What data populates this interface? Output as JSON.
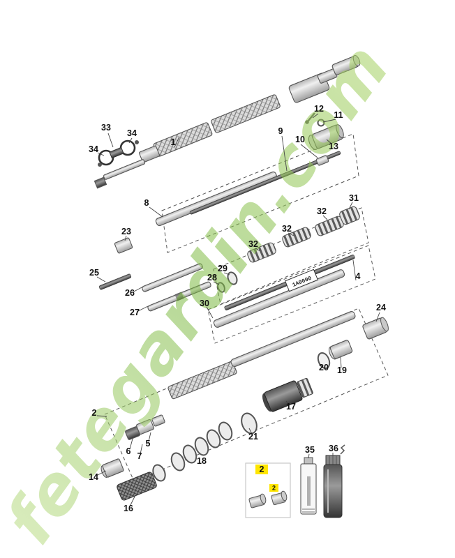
{
  "watermark": {
    "text": "fetegardin.com",
    "color": "#8cc63e"
  },
  "highlight_color": "#ffe600",
  "plate": {
    "text": "1A0000"
  },
  "labels": {
    "l33": "33",
    "l34a": "34",
    "l34b": "34",
    "l1": "1",
    "l12": "12",
    "l11": "11",
    "l9": "9",
    "l10": "10",
    "l13": "13",
    "l8": "8",
    "l31": "31",
    "l32a": "32",
    "l32b": "32",
    "l32c": "32",
    "l23": "23",
    "l25": "25",
    "l29": "29",
    "l28": "28",
    "l26": "26",
    "l30": "30",
    "l27": "27",
    "l4": "4",
    "l24": "24",
    "l2": "2",
    "l20": "20",
    "l19": "19",
    "l17": "17",
    "l21": "21",
    "l18": "18",
    "l5": "5",
    "l6": "6",
    "l7": "7",
    "l14": "14",
    "l16": "16",
    "l35": "35",
    "l36": "36",
    "hl2a": "2",
    "hl2b": "2"
  }
}
